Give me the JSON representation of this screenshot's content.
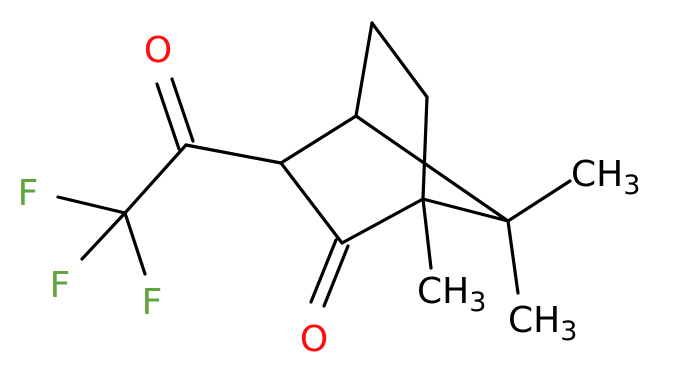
{
  "colors": {
    "bond": "#000000",
    "carbon": "#000000",
    "oxygen": "#ff0d0d",
    "fluorine": "#61a33f"
  },
  "atoms": {
    "oxygen_acyl": "O",
    "oxygen_ketone": "O",
    "fluorine_1": "F",
    "fluorine_2": "F",
    "fluorine_3": "F",
    "methyl_right": {
      "main": "CH",
      "sub": "3"
    },
    "methyl_bridgehead": {
      "main": "CH",
      "sub": "3"
    },
    "methyl_bottom": {
      "main": "CH",
      "sub": "3"
    }
  }
}
